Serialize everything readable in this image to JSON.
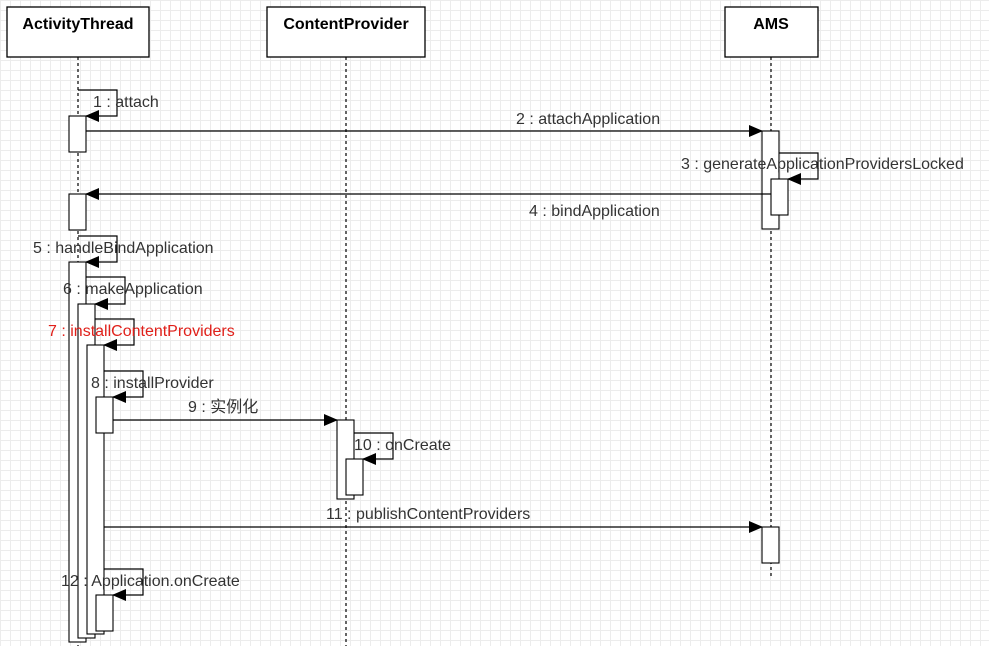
{
  "lifelines": {
    "activity_thread": "ActivityThread",
    "content_provider": "ContentProvider",
    "ams": "AMS"
  },
  "messages": {
    "m1": "1 : attach",
    "m2": "2 : attachApplication",
    "m3": "3 : generateApplicationProvidersLocked",
    "m4": "4 : bindApplication",
    "m5": "5 : handleBindApplication",
    "m6": "6 : makeApplication",
    "m7": "7 : installContentProviders",
    "m8": "8 : installProvider",
    "m9": "9 : 实例化",
    "m10": "10 : onCreate",
    "m11": "11 : publishContentProviders",
    "m12": "12 : Application.onCreate"
  },
  "colors": {
    "highlight": "#e0201a",
    "grid": "#ececec"
  }
}
